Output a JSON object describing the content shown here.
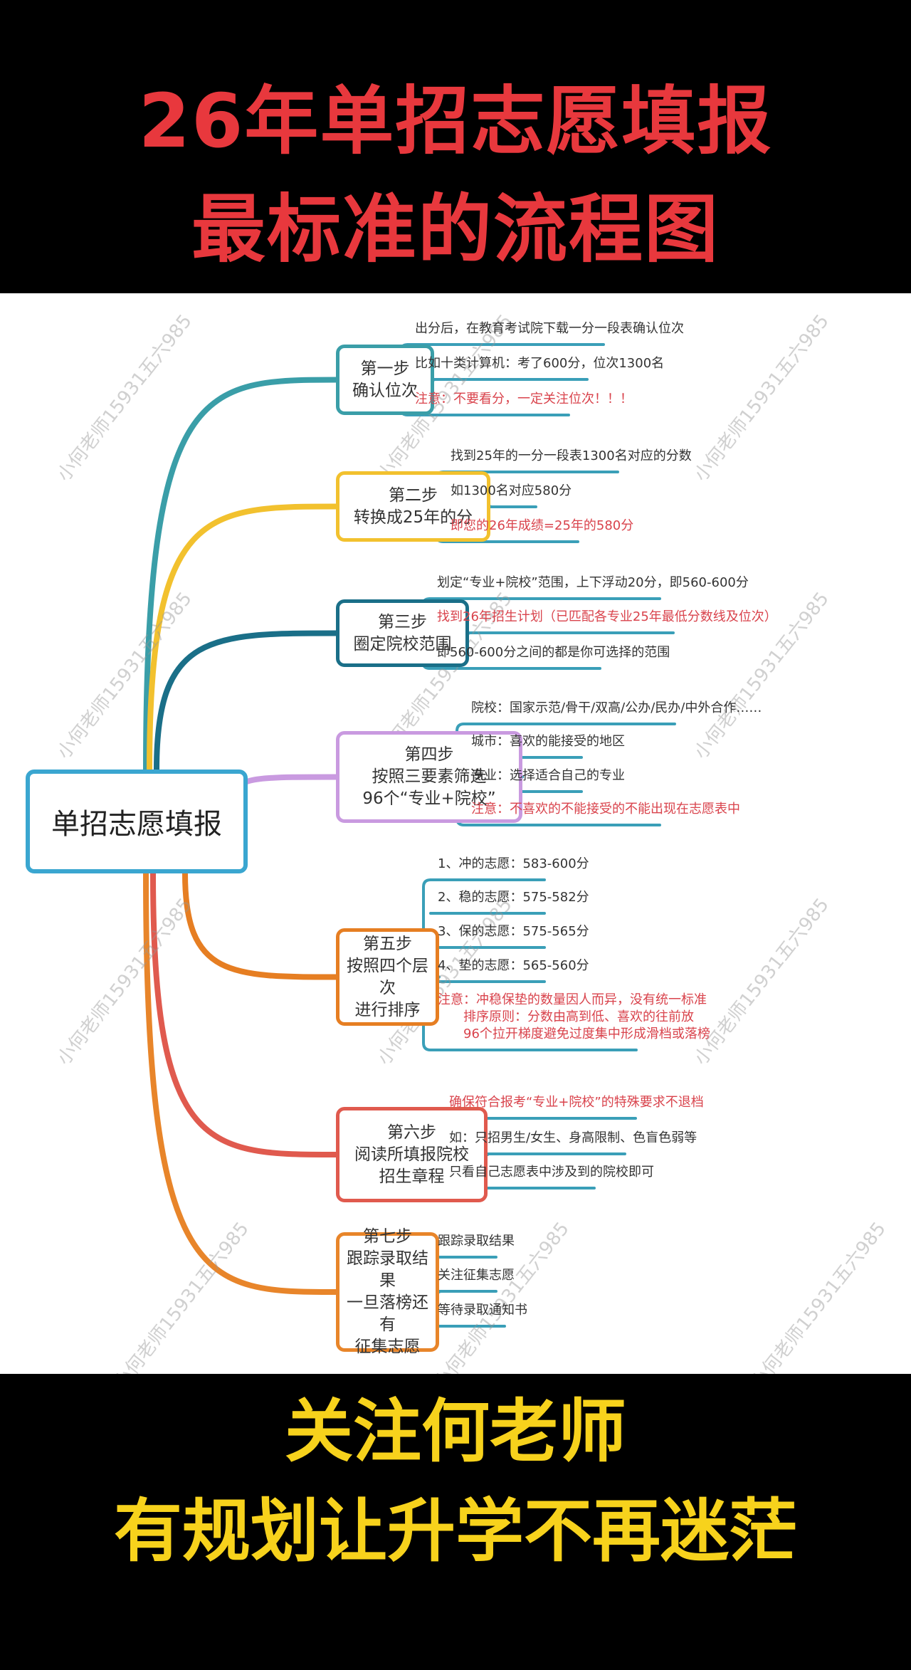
{
  "header": {
    "line1": "26年单招志愿填报",
    "line2": "最标准的流程图"
  },
  "footer": {
    "line1": "关注何老师",
    "line2": "有规划让升学不再迷茫"
  },
  "watermark": "小何老师15931五六985",
  "root": {
    "label": "单招志愿填报",
    "color": "#3aa6d0"
  },
  "colors": {
    "branch_line": "#3a9fb8",
    "note_text": "#d9434c"
  },
  "steps": [
    {
      "title": "第一步",
      "lines": [
        "确认位次"
      ],
      "color": "#3a9ea8",
      "children": [
        {
          "text": "出分后，在教育考试院下载一分一段表确认位次",
          "highlight": false
        },
        {
          "text": "比如十类计算机：考了600分，位次1300名",
          "highlight": false
        },
        {
          "text": "注意：不要看分，一定关注位次！！！",
          "highlight": true
        }
      ]
    },
    {
      "title": "第二步",
      "lines": [
        "转换成25年的分"
      ],
      "color": "#f2c12e",
      "children": [
        {
          "text": "找到25年的一分一段表1300名对应的分数",
          "highlight": false
        },
        {
          "text": "如1300名对应580分",
          "highlight": false
        },
        {
          "text": "即您的26年成绩=25年的580分",
          "highlight": true
        }
      ]
    },
    {
      "title": "第三步",
      "lines": [
        "圈定院校范围"
      ],
      "color": "#1a6f88",
      "children": [
        {
          "text": "划定“专业+院校”范围，上下浮动20分，即560-600分",
          "highlight": false
        },
        {
          "text": "找到26年招生计划（已匹配各专业25年最低分数线及位次）",
          "highlight": true
        },
        {
          "text": "即560-600分之间的都是你可选择的范围",
          "highlight": false
        }
      ]
    },
    {
      "title": "第四步",
      "lines": [
        "按照三要素筛选",
        "96个“专业+院校”"
      ],
      "color": "#c99ae0",
      "children": [
        {
          "text": "院校：国家示范/骨干/双高/公办/民办/中外合作……",
          "highlight": false
        },
        {
          "text": "城市：喜欢的能接受的地区",
          "highlight": false
        },
        {
          "text": "专业：选择适合自己的专业",
          "highlight": false
        },
        {
          "text": "注意：不喜欢的不能接受的不能出现在志愿表中",
          "highlight": true
        }
      ]
    },
    {
      "title": "第五步",
      "lines": [
        "按照四个层次",
        "进行排序"
      ],
      "color": "#e67e22",
      "children": [
        {
          "text": "1、冲的志愿：583-600分",
          "highlight": false
        },
        {
          "text": "2、稳的志愿：575-582分",
          "highlight": false
        },
        {
          "text": "3、保的志愿：575-565分",
          "highlight": false
        },
        {
          "text": "4、垫的志愿：565-560分",
          "highlight": false
        },
        {
          "text": "注意：冲稳保垫的数量因人而异，没有统一标准",
          "highlight": true,
          "extra": [
            "排序原则：分数由高到低、喜欢的往前放",
            "96个拉开梯度避免过度集中形成滑档或落榜"
          ]
        }
      ]
    },
    {
      "title": "第六步",
      "lines": [
        "阅读所填报院校",
        "招生章程"
      ],
      "color": "#e05a4e",
      "children": [
        {
          "text": "确保符合报考“专业+院校”的特殊要求不退档",
          "highlight": true
        },
        {
          "text": "如：只招男生/女生、身高限制、色盲色弱等",
          "highlight": false
        },
        {
          "text": "只看自己志愿表中涉及到的院校即可",
          "highlight": false
        }
      ]
    },
    {
      "title": "第七步",
      "lines": [
        "跟踪录取结果",
        "一旦落榜还有",
        "征集志愿"
      ],
      "color": "#e8852a",
      "children": [
        {
          "text": "跟踪录取结果",
          "highlight": false
        },
        {
          "text": "关注征集志愿",
          "highlight": false
        },
        {
          "text": "等待录取通知书",
          "highlight": false
        }
      ]
    }
  ]
}
